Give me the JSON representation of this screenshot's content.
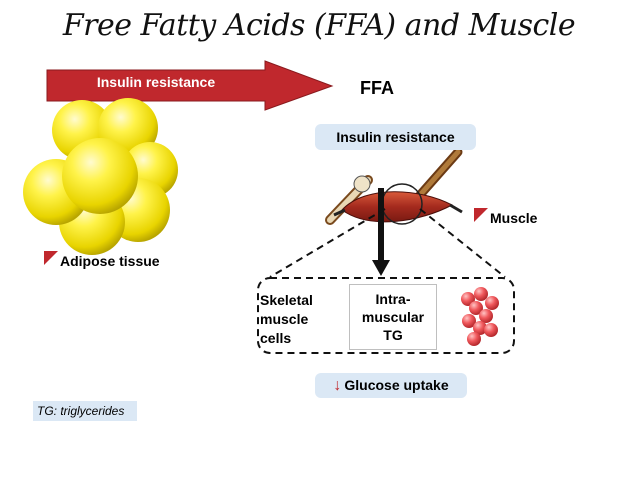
{
  "title": "Free Fatty Acids (FFA) and Muscle",
  "arrow_label": "Insulin resistance",
  "ffa_label": "FFA",
  "muscle_insulin_resistance": "Insulin resistance",
  "muscle_label": "Muscle",
  "adipose_label": "Adipose tissue",
  "skeletal_cells": [
    "Skeletal",
    "muscle",
    "cells"
  ],
  "imtg": [
    "Intra-",
    "muscular",
    "TG"
  ],
  "glucose_arrow": "↓",
  "glucose_label": "Glucose uptake",
  "footnote": "TG: triglycerides",
  "colors": {
    "arrow": "#c0282d",
    "pill": "#dbe8f5",
    "fat": "#f2e400",
    "droplet": "#e5484d"
  }
}
